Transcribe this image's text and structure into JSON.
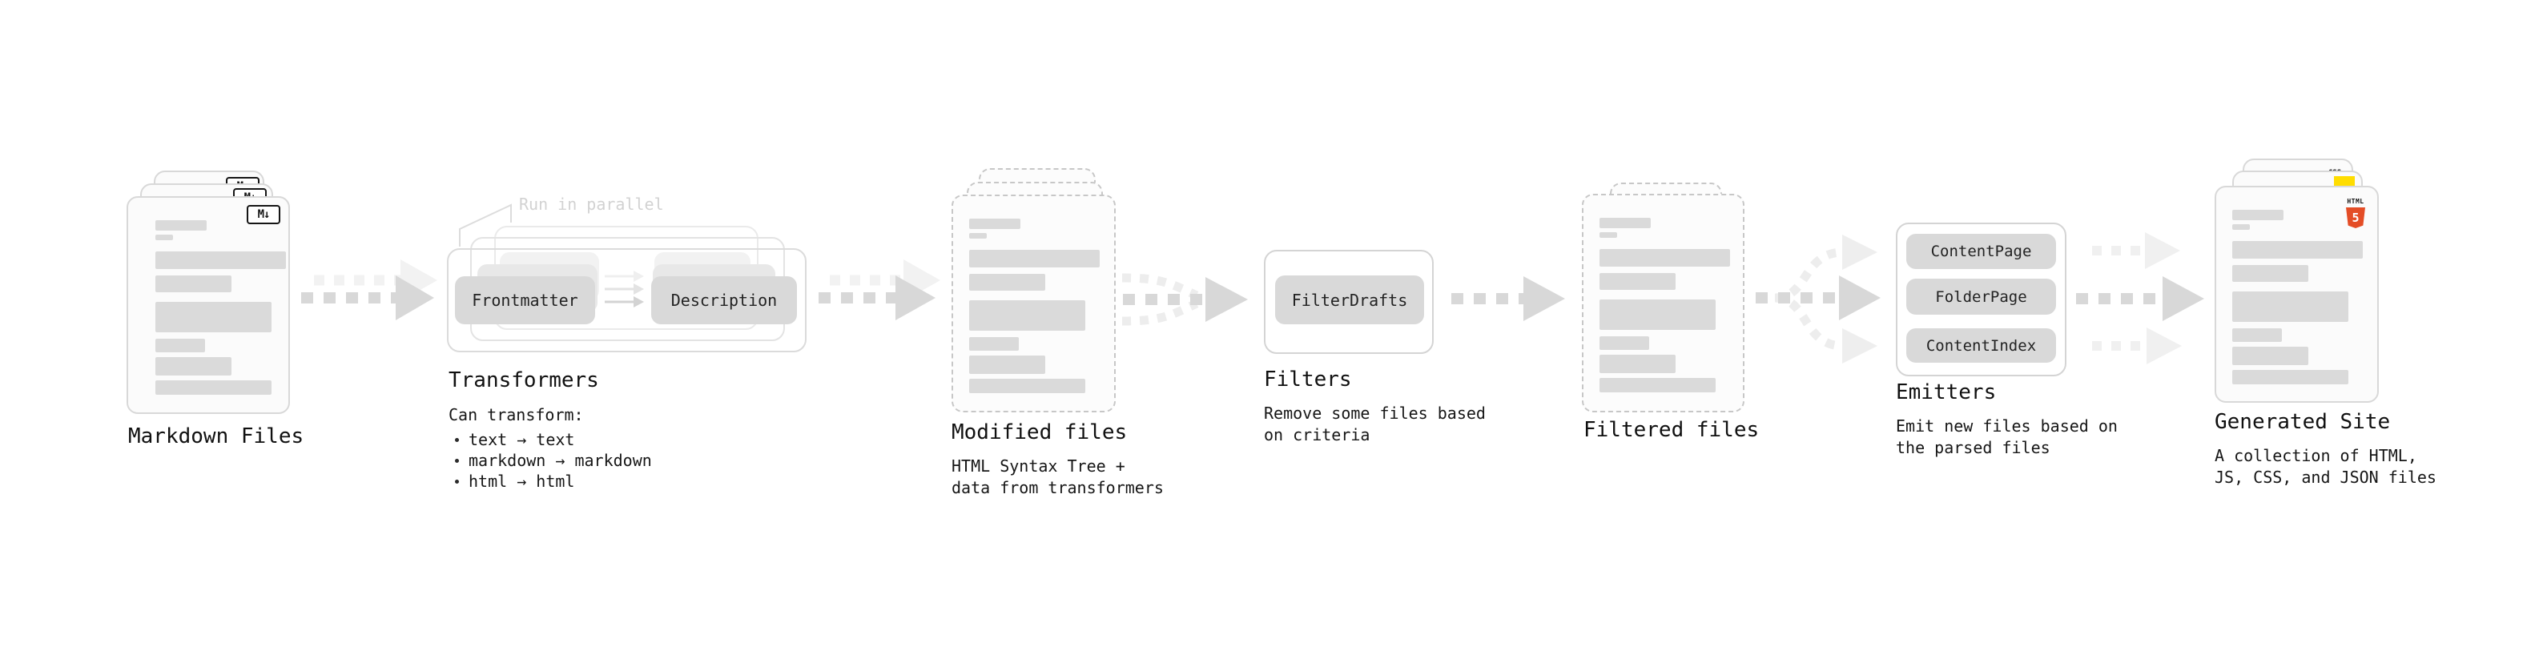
{
  "markdown": {
    "title": "Markdown Files",
    "badge": "M↓"
  },
  "transformers": {
    "title": "Transformers",
    "note": "Run in parallel",
    "pill_a": "Frontmatter",
    "pill_b": "Description",
    "desc_heading": "Can transform:",
    "bullets": [
      "text → text",
      "markdown → markdown",
      "html → html"
    ]
  },
  "modified": {
    "title": "Modified files",
    "subtitle": "HTML Syntax Tree +\ndata from transformers"
  },
  "filters": {
    "title": "Filters",
    "pill": "FilterDrafts",
    "subtitle": "Remove some files based\non criteria"
  },
  "filtered": {
    "title": "Filtered files"
  },
  "emitters": {
    "title": "Emitters",
    "pills": [
      "ContentPage",
      "FolderPage",
      "ContentIndex"
    ],
    "subtitle": "Emit new files based on\nthe parsed files"
  },
  "generated": {
    "title": "Generated Site",
    "subtitle": "A collection of HTML,\nJS, CSS, and JSON files",
    "badge_html_label": "HTML",
    "badge_html_number": "5",
    "badge_css": "CSS"
  },
  "colors": {
    "accent_html5": "#e44d26",
    "accent_js": "#ffdd00",
    "accent_css": "#2965f1",
    "bar_gray": "#dadada",
    "arrow_gray": "#d8d8d8",
    "text": "#161616"
  }
}
